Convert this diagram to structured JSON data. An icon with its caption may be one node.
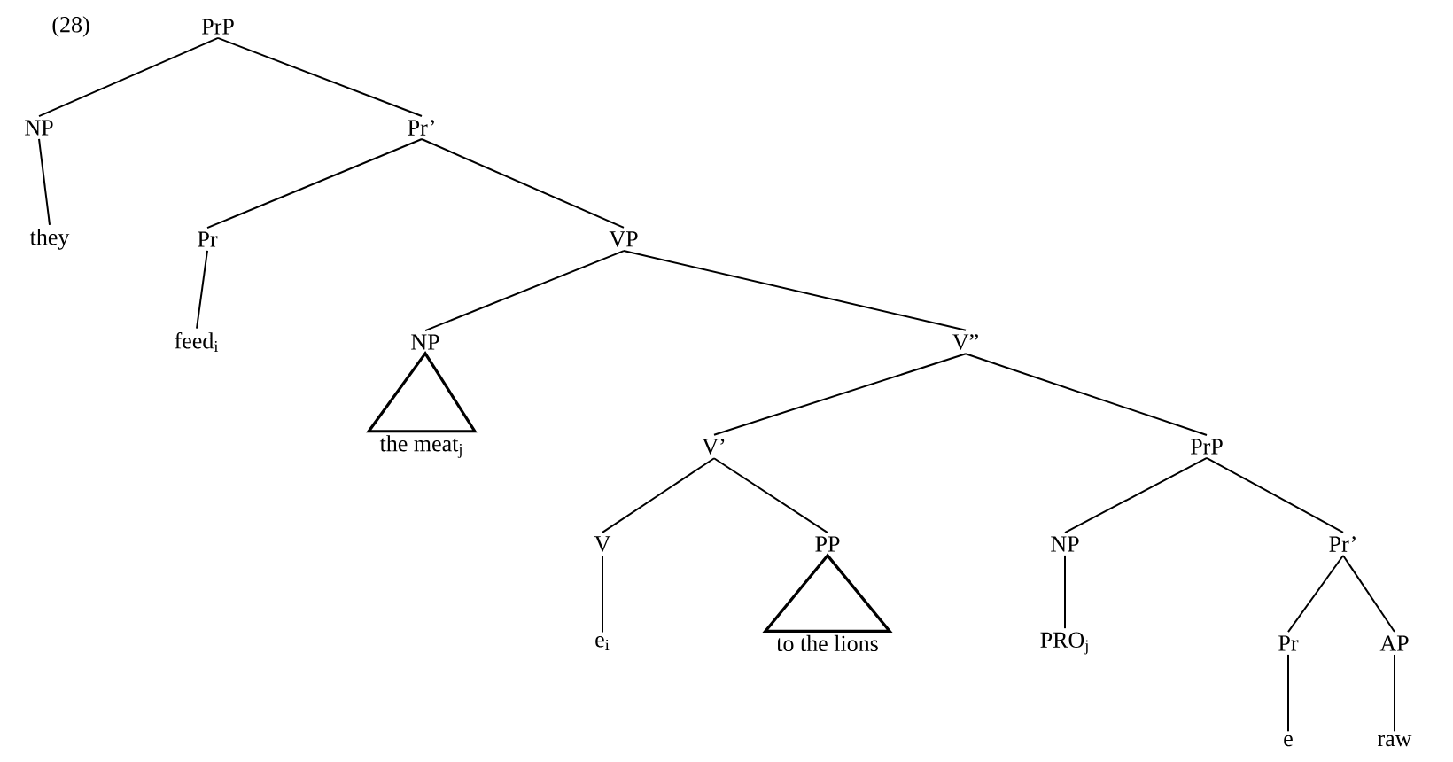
{
  "diagram": {
    "nodes": [
      {
        "text": [
          "PrP"
        ]
      },
      {
        "text": [
          "NP"
        ]
      },
      {
        "text": [
          "Pr’"
        ]
      },
      {
        "text": [
          "they"
        ]
      },
      {
        "text": [
          "Pr"
        ]
      },
      {
        "text": [
          "VP"
        ]
      },
      {
        "text": [
          "feed$_{i}$"
        ]
      },
      {
        "text": [
          "NP"
        ]
      },
      {
        "text": [
          "V”"
        ]
      },
      {
        "text": [
          "the meat$_{j}$"
        ]
      },
      {
        "text": [
          "V’"
        ]
      },
      {
        "text": [
          "PrP"
        ]
      },
      {
        "text": [
          "V"
        ]
      },
      {
        "text": [
          "PP"
        ]
      },
      {
        "text": [
          "NP"
        ]
      },
      {
        "text": [
          "Pr’"
        ]
      },
      {
        "text": [
          "e$_{i}$"
        ]
      },
      {
        "text": [
          "to the lions"
        ]
      },
      {
        "text": [
          "PRO$_{j}$"
        ]
      },
      {
        "text": [
          "Pr"
        ]
      },
      {
        "text": [
          "AP"
        ]
      },
      {
        "text": [
          "e"
        ]
      },
      {
        "text": [
          "raw"
        ]
      }
    ],
    "edges": [
      {
        "from": 0,
        "to": 1,
        "arrow": "none"
      },
      {
        "from": 0,
        "to": 2,
        "arrow": "none"
      },
      {
        "from": 1,
        "to": 3,
        "arrow": "none"
      },
      {
        "from": 2,
        "to": 4,
        "arrow": "none"
      },
      {
        "from": 2,
        "to": 5,
        "arrow": "none"
      },
      {
        "from": 4,
        "to": 6,
        "arrow": "none"
      },
      {
        "from": 5,
        "to": 7,
        "arrow": "none"
      },
      {
        "from": 5,
        "to": 8,
        "arrow": "none"
      },
      {
        "from": 7,
        "to": 9,
        "arrow": "none",
        "style": "thick"
      },
      {
        "from": 8,
        "to": 10,
        "arrow": "none"
      },
      {
        "from": 8,
        "to": 11,
        "arrow": "none"
      },
      {
        "from": 10,
        "to": 12,
        "arrow": "none"
      },
      {
        "from": 10,
        "to": 13,
        "arrow": "none"
      },
      {
        "from": 12,
        "to": 16,
        "arrow": "none"
      },
      {
        "from": 13,
        "to": 17,
        "arrow": "none",
        "style": "thick"
      },
      {
        "from": 11,
        "to": 14,
        "arrow": "none"
      },
      {
        "from": 11,
        "to": 15,
        "arrow": "none"
      },
      {
        "from": 14,
        "to": 18,
        "arrow": "none"
      },
      {
        "from": 15,
        "to": 19,
        "arrow": "none"
      },
      {
        "from": 15,
        "to": 20,
        "arrow": "none"
      },
      {
        "from": 19,
        "to": 21,
        "arrow": "none"
      },
      {
        "from": 20,
        "to": 22,
        "arrow": "none"
      }
    ],
    "labels": [
      "(28)"
    ]
  }
}
